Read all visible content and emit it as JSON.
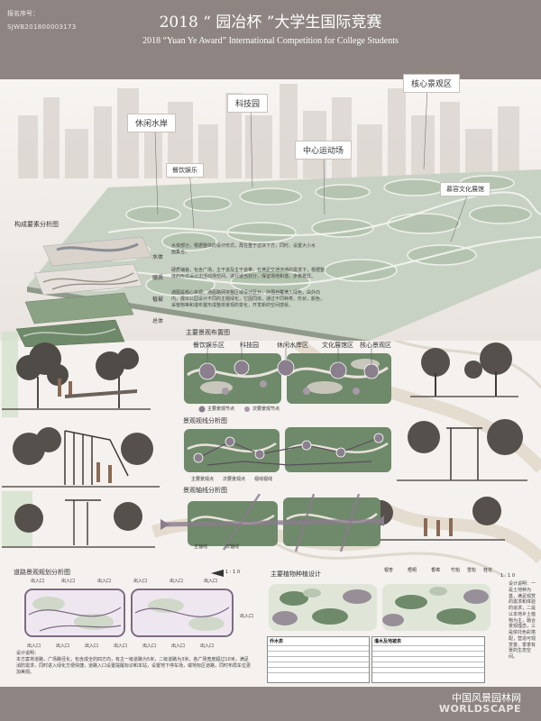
{
  "header": {
    "reg_label": "报名序号：",
    "reg_id": "SJWB201800003173",
    "title_cn": "2018 “ 园冶杯 ”大学生国际竞赛",
    "title_en": "2018 “Yuan Ye Award” International Competition for College Students"
  },
  "aerial": {
    "tags": {
      "core": "核心景观区",
      "tech": "科技园",
      "waterfront": "休闲水岸",
      "sports": "中心运动场",
      "dining": "餐饮娱乐",
      "culture": "慕容文化展馆"
    }
  },
  "layers": {
    "title": "构成要素分析图",
    "labels": [
      "水体",
      "硬质",
      "植被",
      "总体"
    ],
    "text_water": "水体部分，根据整体的设计形式，再在重于这块下方，同时，设置大小水面集合。",
    "text_hard": "硬质铺装，包含广场，主干道及主干道带，在满足交通流通的需求下，根据整体的形式设计出活动场空间，进行适当划分，保证场地和谐，步移景异。",
    "text_plant": "通图是核心资源，通图路网将整区域设计区分，外围自覆满入绿色，由外向内，展出公园设计不同的主题绿化，它因同体，通过不同种类，形状，颜色，采植物等和谐布置形成整体景观的变化，开发新的空间感受。"
  },
  "node_plan": {
    "title": "主要景观布置图",
    "labels": [
      "餐饮娱乐区",
      "科技园",
      "休闲水岸区",
      "文化展馆区",
      "核心景观区"
    ],
    "legend": [
      "主要景观节点",
      "次要景观节点"
    ]
  },
  "axis_plan": {
    "title": "景观视线分析图",
    "legend": [
      "主要景观点",
      "次要景观点",
      "视线视线"
    ]
  },
  "path_plan": {
    "title": "景观轴线分析图",
    "legend": [
      "主轴线",
      "次轴线"
    ]
  },
  "road_plan": {
    "title": "道路景观规划分析图",
    "entries": [
      "出入口",
      "出入口",
      "出入口",
      "出入口",
      "出入口",
      "出入口",
      "出入口",
      "出入口",
      "出入口",
      "出入口",
      "出入口",
      "出入口",
      "出入口",
      "出入口"
    ],
    "scale": "1 : 1 0",
    "text": "设计说明：\n本方案将道路，广场路径化，包含成全的四方向，有主一级道路为5米，二级道路为3米，各广场宽度超过10米，满足消防需求，同时进入绿化方便快捷，道路入口设置提醒标识和本站，设置地下停车场，或地标区道路，同时布局车位更加美观。"
  },
  "plant_plan": {
    "title": "主要植物种植设计",
    "scale": "1 : 1 0",
    "tree_labels": [
      "银杏",
      "梧桐",
      "香樟",
      "竹柏",
      "雪松",
      "桂花"
    ],
    "table1_title": "乔木表",
    "table2_title": "灌木及地被表",
    "side_text": "设计说明：一是土地种为基，满足观赏的需求和体验的追求，二是以本地乡土植物为主，融合景观理念，三是依托色彩搭配，营造可观赏景、季季有景的生态空间。"
  },
  "footer": {
    "logo_cn": "中国风景园林网",
    "logo_en": "WORLDSCAPE"
  }
}
